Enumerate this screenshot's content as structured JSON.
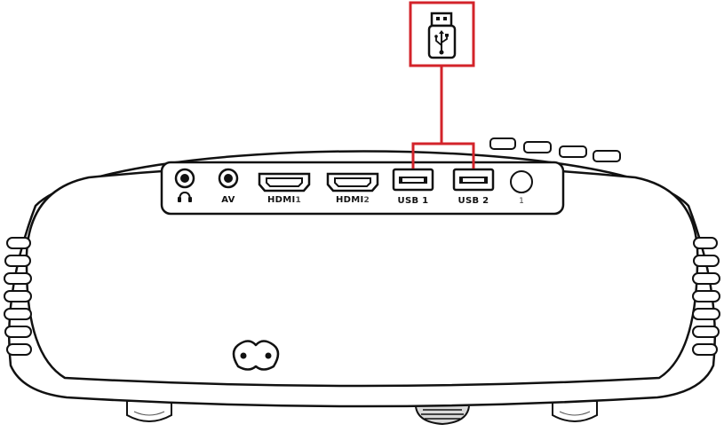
{
  "ports": {
    "headphone": {
      "icon": "headphone-icon"
    },
    "av": {
      "label": "AV"
    },
    "hdmi1": {
      "label_prefix": "HDMI",
      "label_num": "1"
    },
    "hdmi2": {
      "label_prefix": "HDMI",
      "label_num": "2"
    },
    "usb1": {
      "label": "USB 1"
    },
    "usb2": {
      "label": "USB 2"
    },
    "ir_sensor": {
      "label": "1"
    },
    "power": {
      "icon": "power-socket-icon"
    }
  },
  "callout": {
    "icon": "usb-flash-drive-icon",
    "highlight_color": "#d3232a"
  },
  "colors": {
    "outline": "#111111",
    "body_fill": "#ffffff",
    "panel_fill": "#ffffff"
  }
}
